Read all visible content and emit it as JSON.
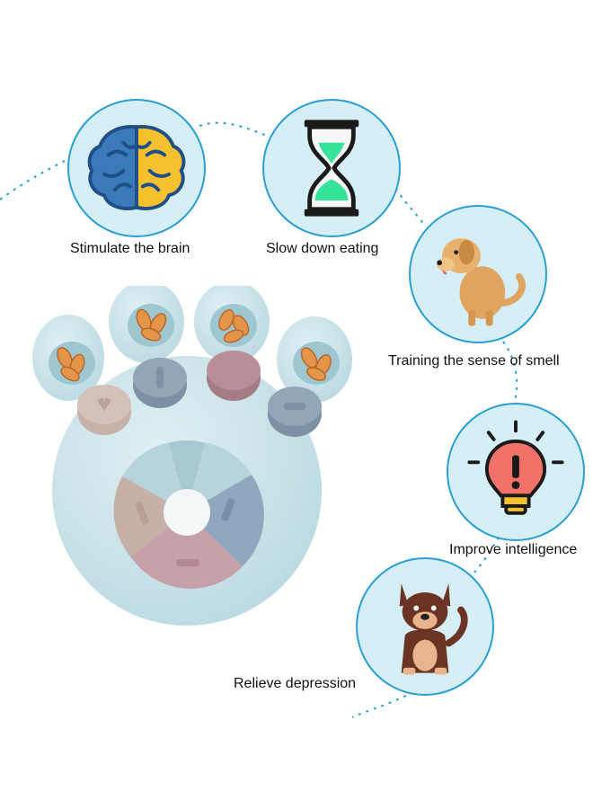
{
  "features": [
    {
      "name": "brain",
      "label": "Stimulate the brain",
      "icon": "brain-icon"
    },
    {
      "name": "eating",
      "label": "Slow down eating",
      "icon": "hourglass-icon"
    },
    {
      "name": "smell",
      "label": "Training the sense of smell",
      "icon": "golden-dog-icon"
    },
    {
      "name": "intelligence",
      "label": "Improve intelligence",
      "icon": "lightbulb-icon"
    },
    {
      "name": "depression",
      "label": "Relieve depression",
      "icon": "brown-dog-icon"
    }
  ],
  "colors": {
    "bubble_fill": "#d6eef6",
    "bubble_border": "#2b9fd4",
    "connector": "#2b9fd4",
    "puzzle_body": "#c9e3ea",
    "treat": "#e5954a"
  }
}
